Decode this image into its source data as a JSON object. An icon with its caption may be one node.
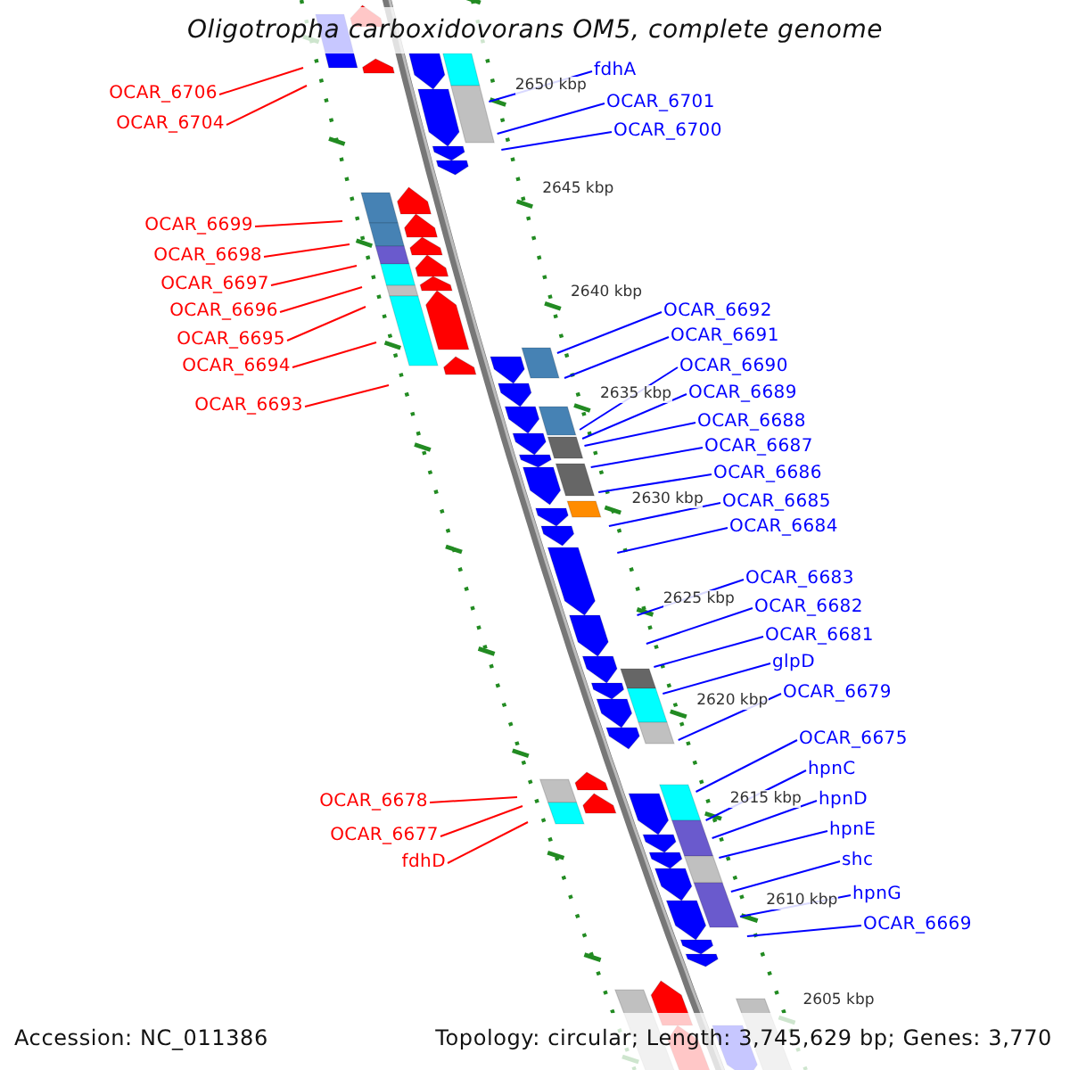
{
  "diagram": {
    "title": "Oligotropha carboxidovorans OM5, complete genome",
    "nodes": [
      {
        "text": [
          "OCAR_6706"
        ]
      },
      {
        "text": [
          "OCAR_6704"
        ]
      },
      {
        "text": [
          "OCAR_6699"
        ]
      },
      {
        "text": [
          "OCAR_6698"
        ]
      },
      {
        "text": [
          "OCAR_6697"
        ]
      },
      {
        "text": [
          "OCAR_6696"
        ]
      },
      {
        "text": [
          "OCAR_6695"
        ]
      },
      {
        "text": [
          "OCAR_6694"
        ]
      },
      {
        "text": [
          "OCAR_6693"
        ]
      },
      {
        "text": [
          "OCAR_6678"
        ]
      },
      {
        "text": [
          "OCAR_6677"
        ]
      },
      {
        "text": [
          "fdhD"
        ]
      },
      {
        "text": [
          "fdhA"
        ]
      },
      {
        "text": [
          "OCAR_6701"
        ]
      },
      {
        "text": [
          "OCAR_6700"
        ]
      },
      {
        "text": [
          "OCAR_6692"
        ]
      },
      {
        "text": [
          "OCAR_6691"
        ]
      },
      {
        "text": [
          "OCAR_6690"
        ]
      },
      {
        "text": [
          "OCAR_6689"
        ]
      },
      {
        "text": [
          "OCAR_6688"
        ]
      },
      {
        "text": [
          "OCAR_6687"
        ]
      },
      {
        "text": [
          "OCAR_6686"
        ]
      },
      {
        "text": [
          "OCAR_6685"
        ]
      },
      {
        "text": [
          "OCAR_6684"
        ]
      },
      {
        "text": [
          "OCAR_6683"
        ]
      },
      {
        "text": [
          "OCAR_6682"
        ]
      },
      {
        "text": [
          "OCAR_6681"
        ]
      },
      {
        "text": [
          "glpD"
        ]
      },
      {
        "text": [
          "OCAR_6679"
        ]
      },
      {
        "text": [
          "OCAR_6675"
        ]
      },
      {
        "text": [
          "hpnC"
        ]
      },
      {
        "text": [
          "hpnD"
        ]
      },
      {
        "text": [
          "hpnE"
        ]
      },
      {
        "text": [
          "shc"
        ]
      },
      {
        "text": [
          "hpnG"
        ]
      },
      {
        "text": [
          "OCAR_6669"
        ]
      }
    ],
    "edges": [
      {
        "from": 0,
        "to": null,
        "arrow": "none",
        "color": "#ff0000"
      },
      {
        "from": 1,
        "to": null,
        "arrow": "none",
        "color": "#ff0000"
      },
      {
        "from": 2,
        "to": null,
        "arrow": "none",
        "color": "#ff0000"
      },
      {
        "from": 3,
        "to": null,
        "arrow": "none",
        "color": "#ff0000"
      },
      {
        "from": 4,
        "to": null,
        "arrow": "none",
        "color": "#ff0000"
      },
      {
        "from": 5,
        "to": null,
        "arrow": "none",
        "color": "#ff0000"
      },
      {
        "from": 6,
        "to": null,
        "arrow": "none",
        "color": "#ff0000"
      },
      {
        "from": 7,
        "to": null,
        "arrow": "none",
        "color": "#ff0000"
      },
      {
        "from": 8,
        "to": null,
        "arrow": "none",
        "color": "#ff0000"
      },
      {
        "from": 9,
        "to": null,
        "arrow": "none",
        "color": "#ff0000"
      },
      {
        "from": 10,
        "to": null,
        "arrow": "none",
        "color": "#ff0000"
      },
      {
        "from": 11,
        "to": null,
        "arrow": "none",
        "color": "#ff0000"
      },
      {
        "from": 12,
        "to": null,
        "arrow": "none"
      },
      {
        "from": 13,
        "to": null,
        "arrow": "none"
      },
      {
        "from": 14,
        "to": null,
        "arrow": "none"
      },
      {
        "from": 15,
        "to": null,
        "arrow": "none"
      },
      {
        "from": 16,
        "to": null,
        "arrow": "none"
      },
      {
        "from": 17,
        "to": null,
        "arrow": "none"
      },
      {
        "from": 18,
        "to": null,
        "arrow": "none"
      },
      {
        "from": 19,
        "to": null,
        "arrow": "none"
      },
      {
        "from": 20,
        "to": null,
        "arrow": "none"
      },
      {
        "from": 21,
        "to": null,
        "arrow": "none"
      },
      {
        "from": 22,
        "to": null,
        "arrow": "none"
      },
      {
        "from": 23,
        "to": null,
        "arrow": "none"
      },
      {
        "from": 24,
        "to": null,
        "arrow": "none"
      },
      {
        "from": 25,
        "to": null,
        "arrow": "none"
      },
      {
        "from": 26,
        "to": null,
        "arrow": "none"
      },
      {
        "from": 27,
        "to": null,
        "arrow": "none"
      },
      {
        "from": 28,
        "to": null,
        "arrow": "none"
      },
      {
        "from": 29,
        "to": null,
        "arrow": "none"
      },
      {
        "from": 30,
        "to": null,
        "arrow": "none"
      },
      {
        "from": 31,
        "to": null,
        "arrow": "none"
      },
      {
        "from": 32,
        "to": null,
        "arrow": "none"
      },
      {
        "from": 33,
        "to": null,
        "arrow": "none"
      },
      {
        "from": 34,
        "to": null,
        "arrow": "none"
      },
      {
        "from": 35,
        "to": null,
        "arrow": "none"
      }
    ],
    "labels": [
      "2650 kbp",
      "2645 kbp",
      "2640 kbp",
      "2635 kbp",
      "2630 kbp",
      "2625 kbp",
      "2620 kbp",
      "2615 kbp",
      "2610 kbp",
      "2605 kbp",
      "Accession: NC_011386",
      "Topology: circular; Length: 3,745,629 bp; Genes: 3,770"
    ]
  }
}
